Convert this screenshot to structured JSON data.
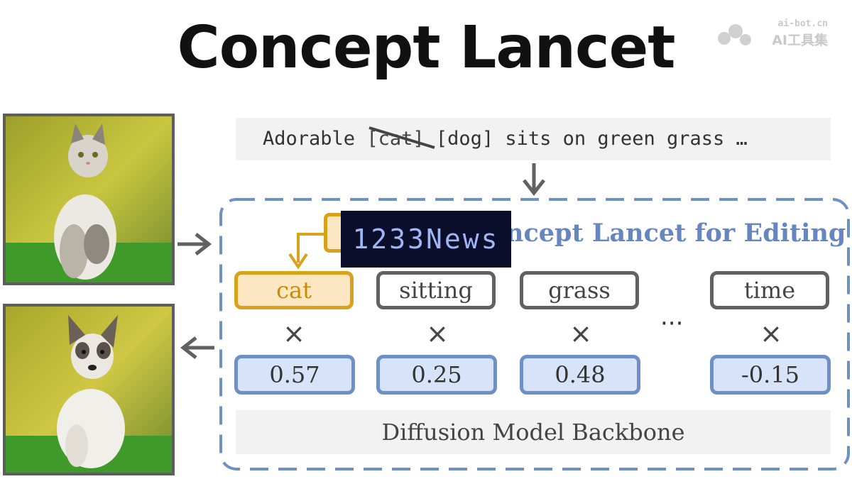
{
  "title": "Concept Lancet",
  "watermark": {
    "url": "ai-bot.cn",
    "name": "AI工具集"
  },
  "prompt": {
    "before": "Adorable ",
    "struck": "[cat]",
    "after": " [dog] sits on green grass …"
  },
  "panel": {
    "title": "ncept Lancet for Editing",
    "badge": "1233News"
  },
  "tokens": [
    {
      "label": "cat",
      "weight": "0.57",
      "active": true
    },
    {
      "label": "sitting",
      "weight": "0.25",
      "active": false
    },
    {
      "label": "grass",
      "weight": "0.48",
      "active": false
    },
    {
      "label": "time",
      "weight": "-0.15",
      "active": false
    }
  ],
  "multiply_symbol": "×",
  "ellipsis": "···",
  "backbone_label": "Diffusion Model Backbone",
  "colors": {
    "active_token": "#d8a21a",
    "weight_border": "#6f8fc7",
    "frame_dash": "#6f8fc7",
    "panel_title": "#6786c0"
  },
  "icons": [
    "arrow-right-icon",
    "arrow-left-icon",
    "arrow-down-icon",
    "strike-through-mark",
    "watermark-logo-icon"
  ]
}
